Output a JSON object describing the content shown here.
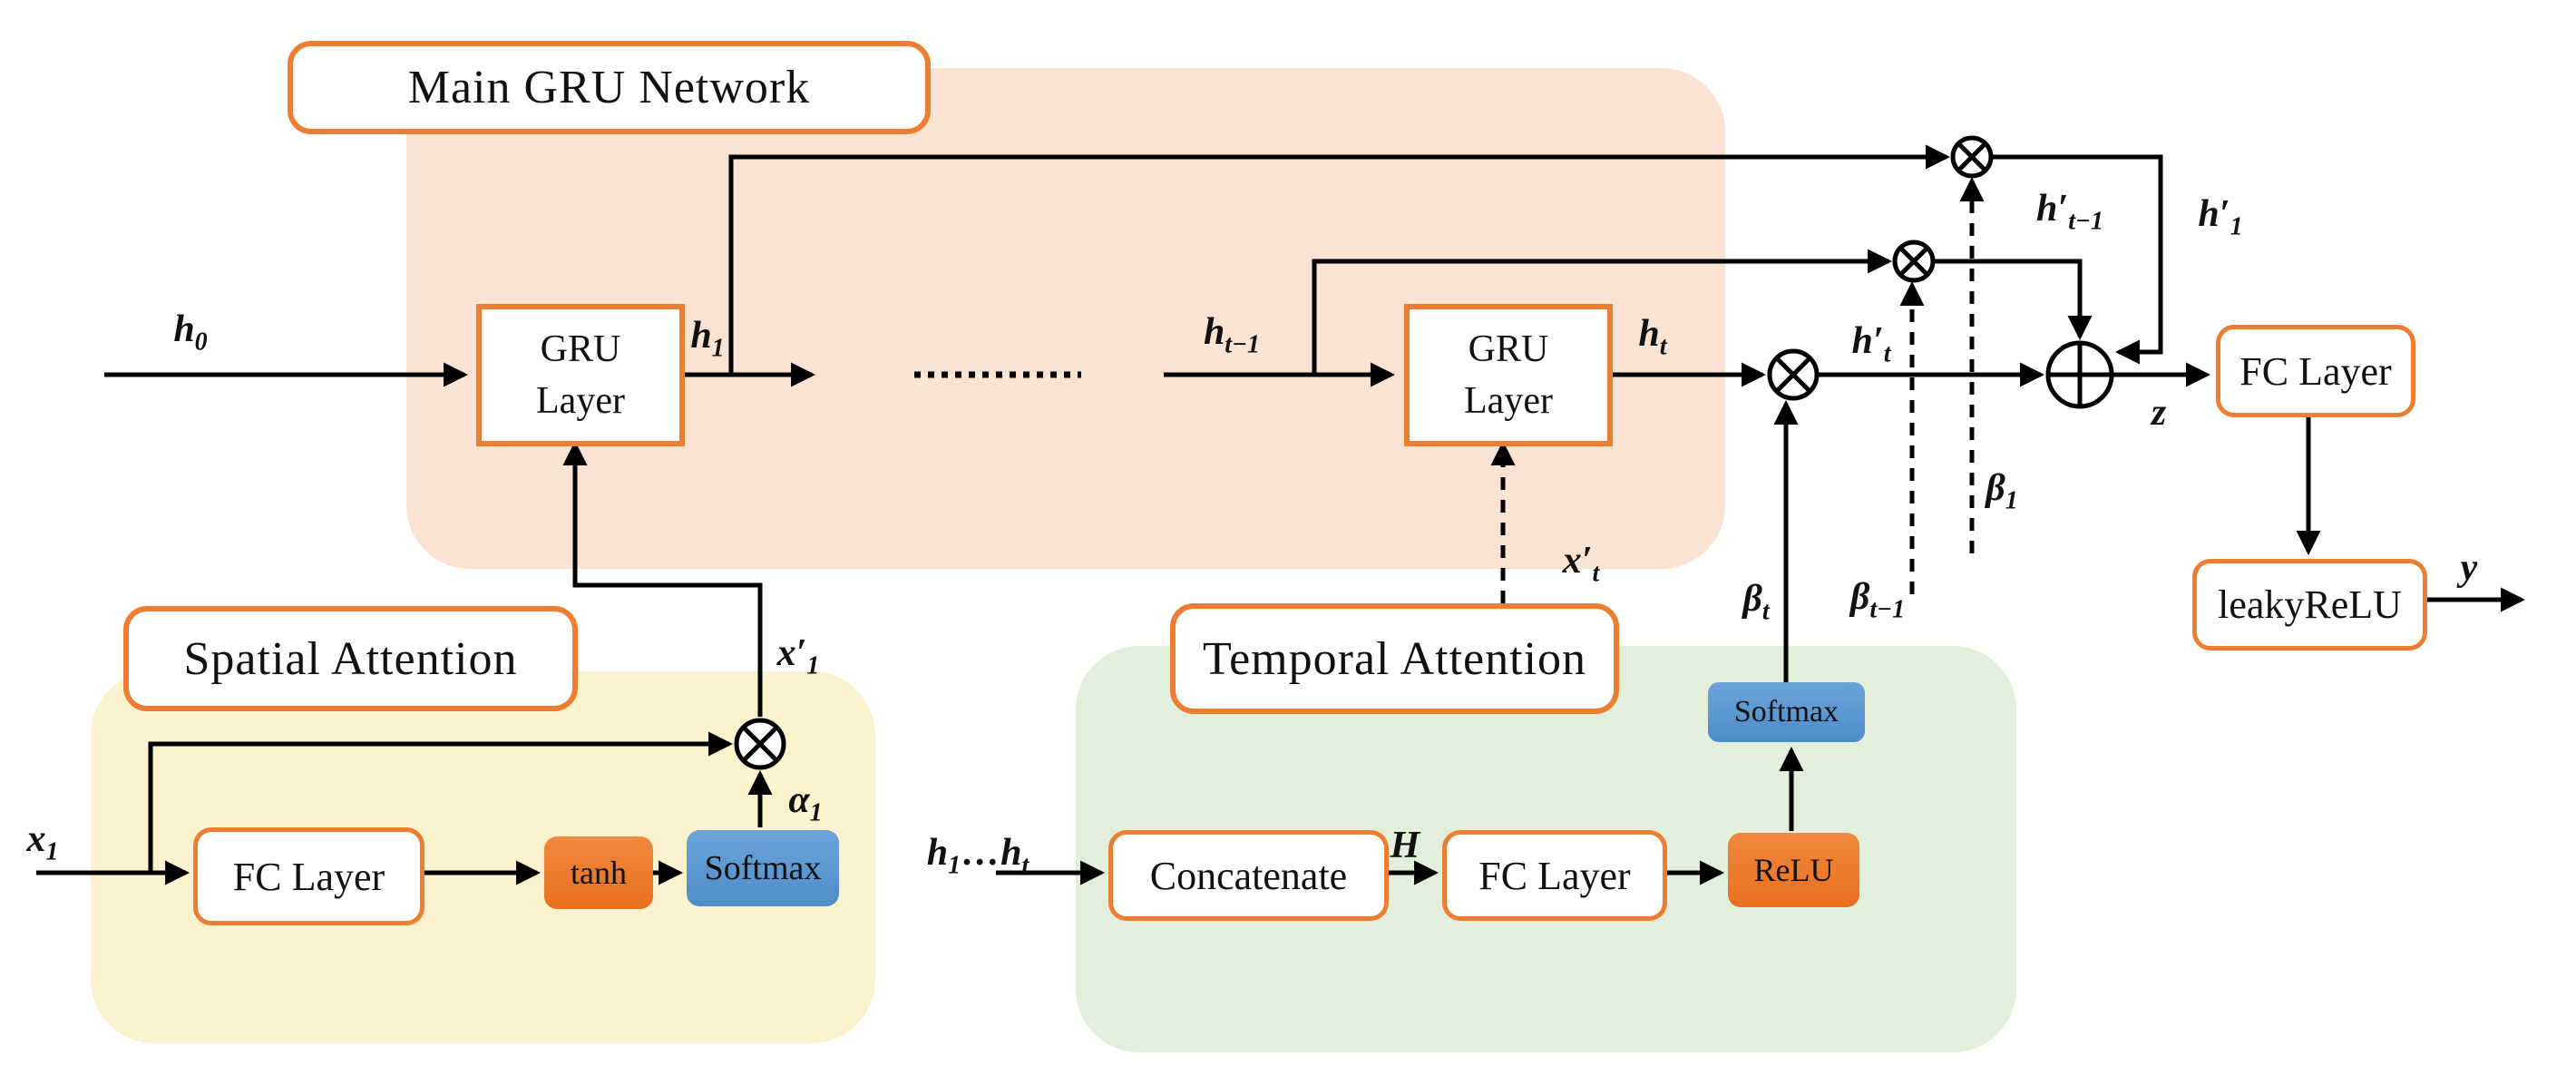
{
  "figure": {
    "type": "neural-network-architecture-diagram",
    "groups": {
      "main": "Main GRU Network",
      "spatial": "Spatial Attention",
      "temporal": "Temporal Attention"
    }
  },
  "nodes": {
    "gru1": "GRU\nLayer",
    "gru2": "GRU\nLayer",
    "fc_right": "FC Layer",
    "leaky_relu": "leakyReLU",
    "fc_spatial": "FC Layer",
    "tanh": "tanh",
    "softmax_spatial": "Softmax",
    "concatenate": "Concatenate",
    "fc_temporal": "FC Layer",
    "relu": "ReLU",
    "softmax_temporal": "Softmax"
  },
  "math": {
    "h0": {
      "base": "h",
      "sub": "0"
    },
    "h1": {
      "base": "h",
      "sub": "1"
    },
    "ht_minus1": {
      "base": "h",
      "sub": "t−1"
    },
    "ht": {
      "base": "h",
      "sub": "t"
    },
    "x_prime_t": {
      "base": "x′",
      "sub": "t"
    },
    "h_prime_t": {
      "base": "h′",
      "sub": "t"
    },
    "h_prime_t_minus1": {
      "base": "h′",
      "sub": "t−1"
    },
    "h_prime_1": {
      "base": "h′",
      "sub": "1"
    },
    "z": {
      "base": "z",
      "sub": ""
    },
    "y": {
      "base": "y",
      "sub": ""
    },
    "x1": {
      "base": "x",
      "sub": "1"
    },
    "x_prime_1": {
      "base": "x′",
      "sub": "1"
    },
    "alpha1": {
      "base": "α",
      "sub": "1"
    },
    "beta_t": {
      "base": "β",
      "sub": "t"
    },
    "beta_t_minus1": {
      "base": "β",
      "sub": "t−1"
    },
    "beta_1": {
      "base": "β",
      "sub": "1"
    },
    "h_seq_first": {
      "base": "h",
      "sub": "1"
    },
    "h_seq_dots": "…",
    "h_seq_last": {
      "base": "h",
      "sub": "t"
    },
    "H": {
      "base": "H",
      "sub": ""
    }
  },
  "icons": {
    "multiply_node": "circled-times (element-wise multiply)",
    "add_node": "circled-plus (sum)"
  },
  "colors": {
    "accent_orange": "#ED7D31",
    "chip_orange": "#ED7D31",
    "chip_blue": "#5B9BD5",
    "bg_main_gru": "#FAE3D2",
    "bg_spatial": "#FCF2CE",
    "bg_temporal": "#E2EFDA",
    "line": "#000000",
    "box_bg": "#FFFFFF"
  }
}
